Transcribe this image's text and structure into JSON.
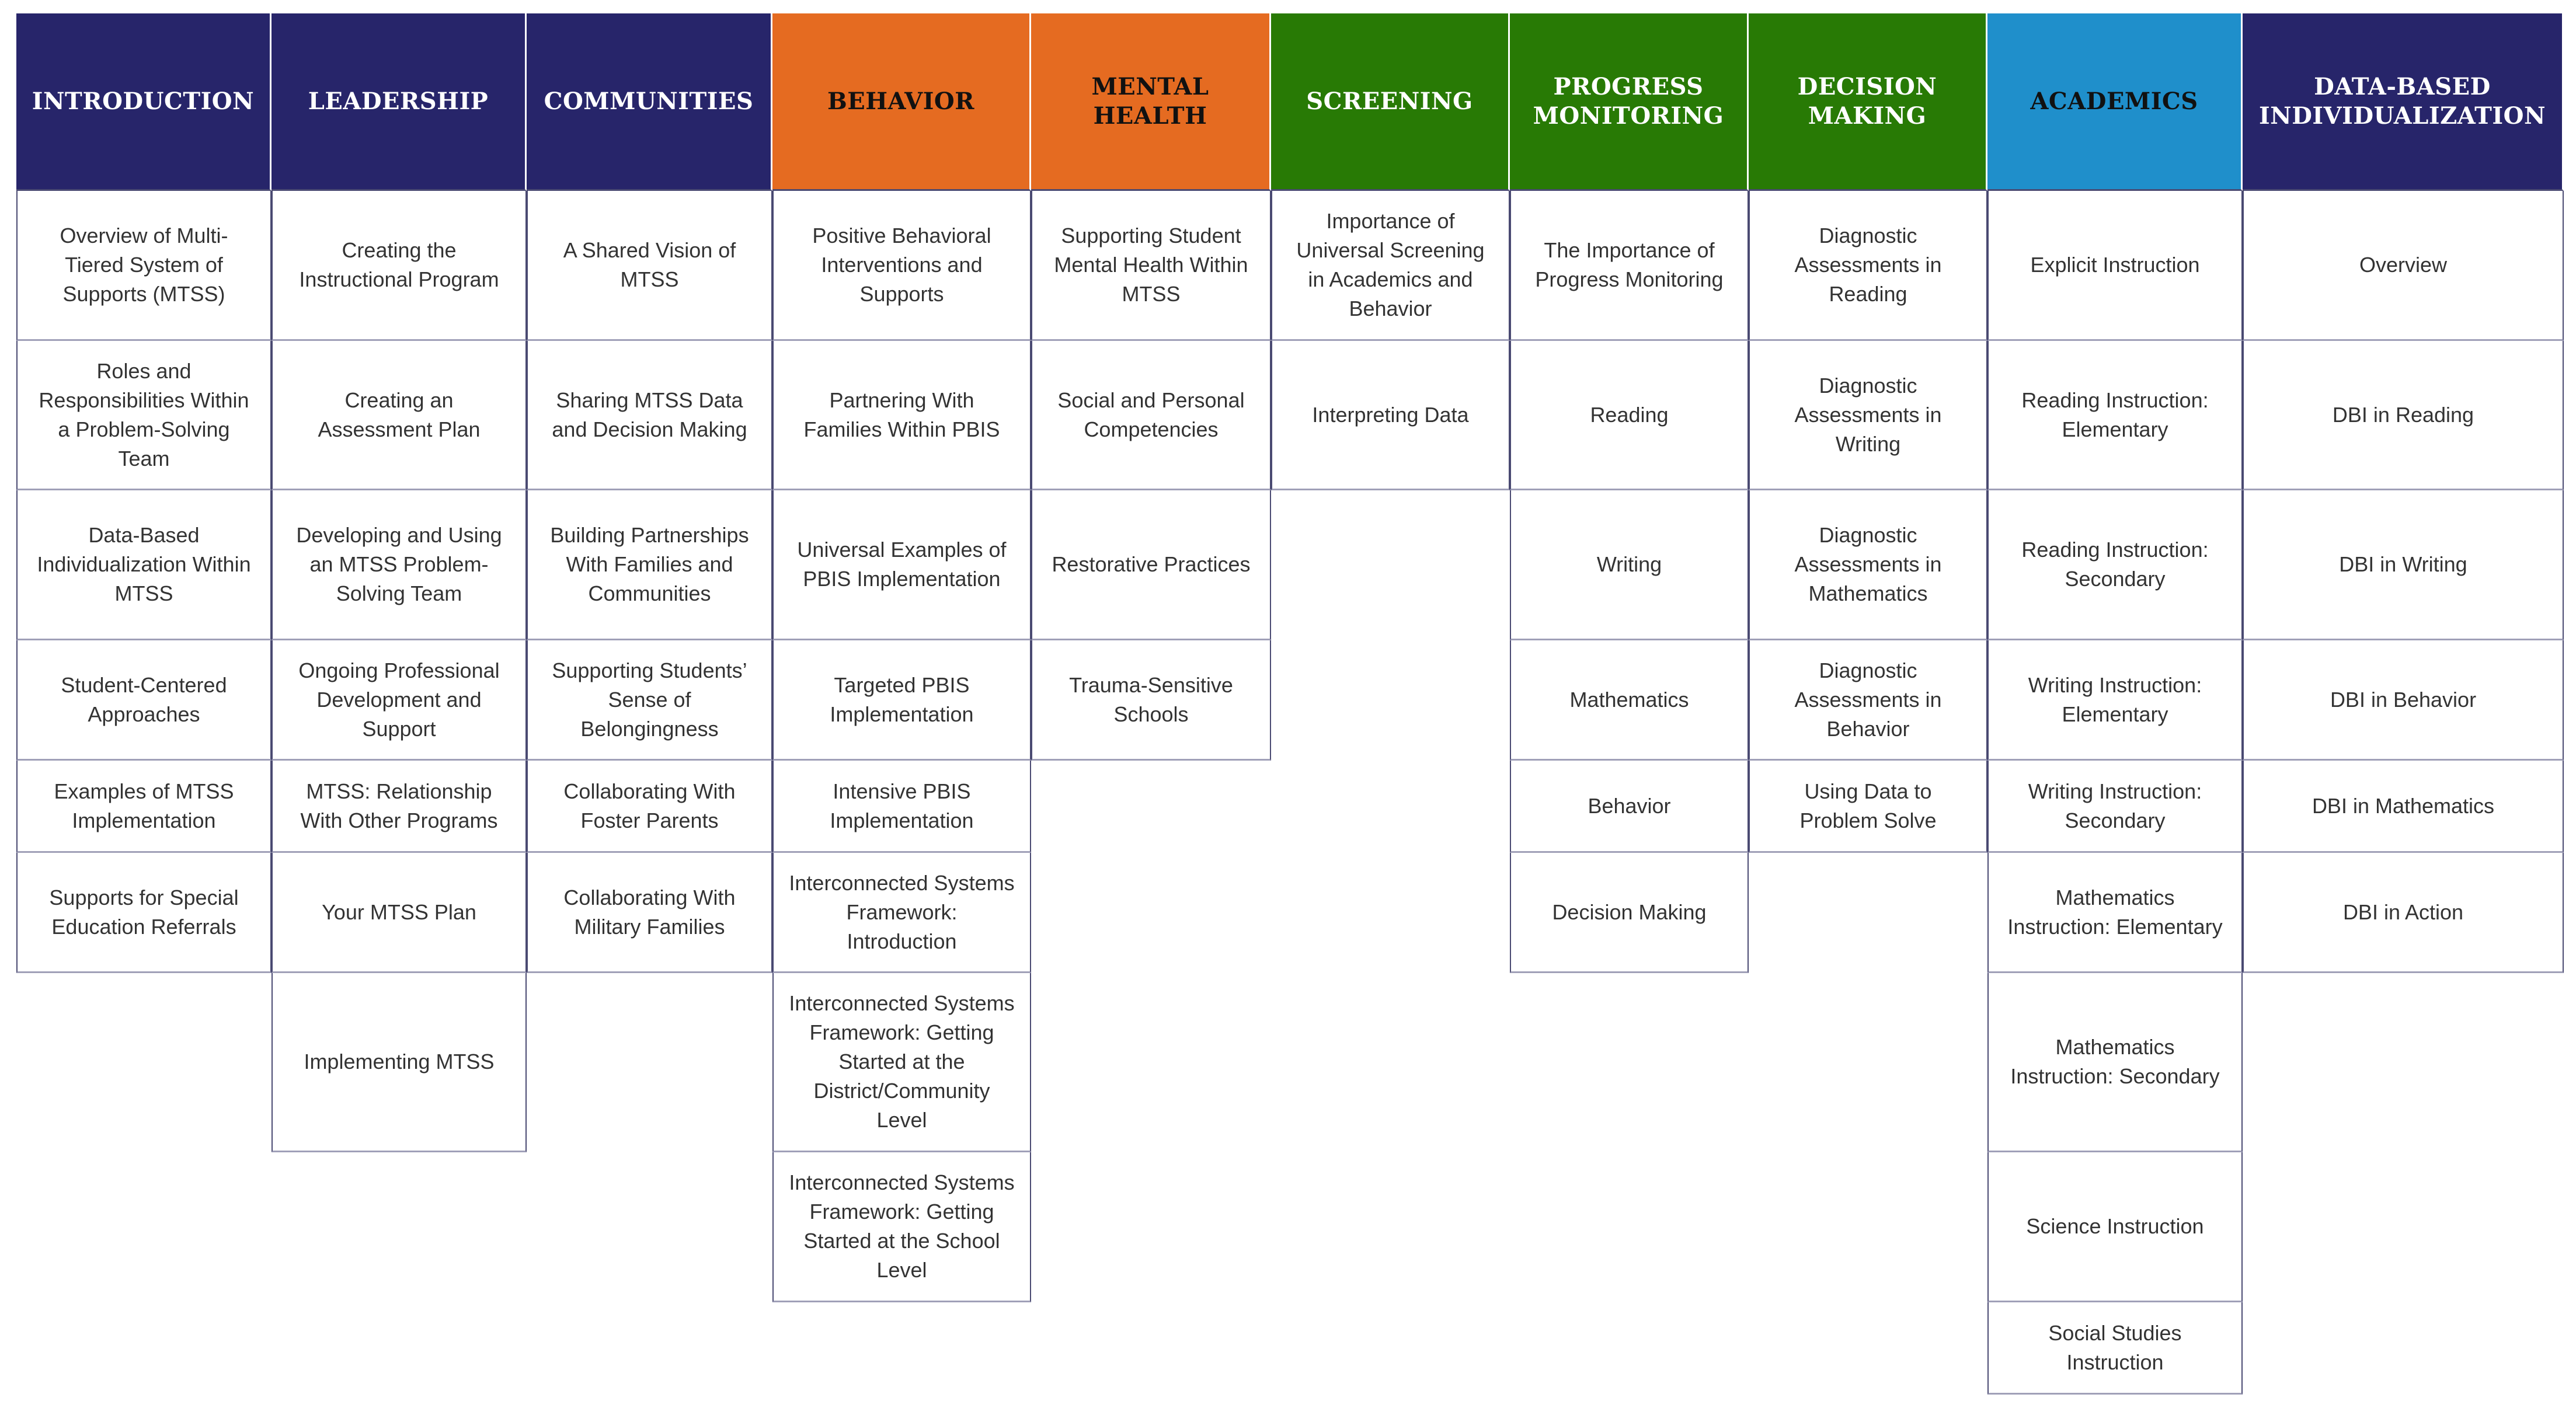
{
  "columns": [
    {
      "title": "INTRODUCTION",
      "color": "#27256a",
      "text_color": "#ffffff",
      "items": [
        "Overview of Multi-Tiered System of Supports (MTSS)",
        "Roles and Responsibilities Within a Problem-Solving Team",
        "Data-Based Individualization Within MTSS",
        "Student-Centered Approaches",
        "Examples of MTSS Implementation",
        "Supports for Special Education Referrals"
      ]
    },
    {
      "title": "LEADERSHIP",
      "color": "#27256a",
      "text_color": "#ffffff",
      "items": [
        "Creating the Instructional Program",
        "Creating an Assessment Plan",
        "Developing and Using an MTSS Problem-Solving Team",
        "Ongoing Professional Development and Support",
        "MTSS: Relationship With Other Programs",
        "Your MTSS Plan",
        "Implementing MTSS"
      ]
    },
    {
      "title": "COMMUNITIES",
      "color": "#27256a",
      "text_color": "#ffffff",
      "items": [
        "A Shared Vision of MTSS",
        "Sharing MTSS Data and Decision Making",
        "Building Partnerships With Families and Communities",
        "Supporting Students’ Sense of Belongingness",
        "Collaborating With Foster Parents",
        "Collaborating With Military Families"
      ]
    },
    {
      "title": "BEHAVIOR",
      "color": "#e56b21",
      "text_color": "#111111",
      "items": [
        "Positive Behavioral Interventions and Supports",
        "Partnering With Families Within PBIS",
        "Universal Examples of PBIS Implementation",
        "Targeted PBIS Implementation",
        "Intensive PBIS Implementation",
        "Interconnected Systems Framework: Introduction",
        "Interconnected Systems Framework: Getting Started at the District/Community Level",
        "Interconnected Systems Framework: Getting Started at the School Level"
      ]
    },
    {
      "title": "MENTAL HEALTH",
      "color": "#e56b21",
      "text_color": "#111111",
      "items": [
        "Supporting Student Mental Health Within MTSS",
        "Social and Personal Competencies",
        "Restorative Practices",
        "Trauma-Sensitive Schools"
      ]
    },
    {
      "title": "SCREENING",
      "color": "#287a05",
      "text_color": "#ffffff",
      "items": [
        "Importance of Universal Screening in Academics and Behavior",
        "Interpreting Data"
      ]
    },
    {
      "title": "PROGRESS MONITORING",
      "color": "#287a05",
      "text_color": "#ffffff",
      "items": [
        "The Importance of Progress Monitoring",
        "Reading",
        "Writing",
        "Mathematics",
        "Behavior",
        "Decision Making"
      ]
    },
    {
      "title": "DECISION MAKING",
      "color": "#287a05",
      "text_color": "#ffffff",
      "items": [
        "Diagnostic Assessments in Reading",
        "Diagnostic Assessments in Writing",
        "Diagnostic Assessments in Mathematics",
        "Diagnostic Assessments in Behavior",
        "Using Data to Problem Solve"
      ]
    },
    {
      "title": "ACADEMICS",
      "color": "#1f8fcb",
      "text_color": "#111111",
      "items": [
        "Explicit Instruction",
        "Reading Instruction: Elementary",
        "Reading Instruction: Secondary",
        "Writing Instruction: Elementary",
        "Writing Instruction: Secondary",
        "Mathematics Instruction: Elementary",
        "Mathematics Instruction: Secondary",
        "Science Instruction",
        "Social Studies Instruction"
      ]
    },
    {
      "title": "DATA-BASED INDIVIDUALIZATION",
      "color": "#27256a",
      "text_color": "#ffffff",
      "items": [
        "Overview",
        "DBI in Reading",
        "DBI in Writing",
        "DBI in Behavior",
        "DBI in Mathematics",
        "DBI in Action"
      ]
    }
  ]
}
